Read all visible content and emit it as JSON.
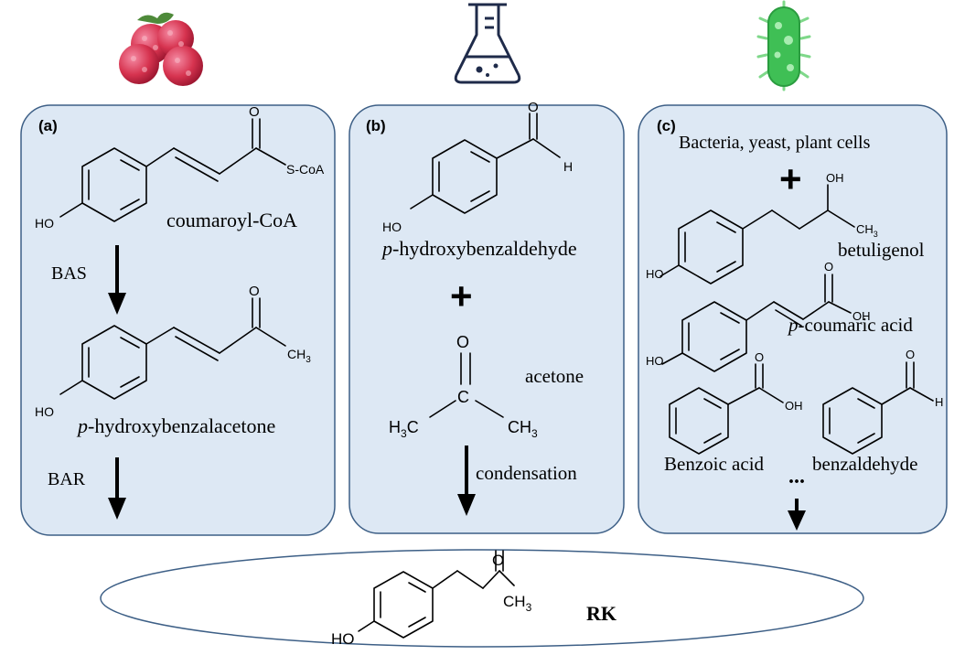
{
  "colors": {
    "panel_fill": "#dde8f4",
    "panel_stroke": "#3d5f86",
    "flask": "#1f2b4a",
    "bacterium": "#3fbf55"
  },
  "icons": {
    "panel_a": "raspberry-icon",
    "panel_b": "flask-icon",
    "panel_c": "bacterium-icon"
  },
  "panel_a": {
    "label": "(a)",
    "scoa": "S-CoA",
    "o_top": "O",
    "ho_1": "HO",
    "name_1": "coumaroyl-CoA",
    "enzyme_1": "BAS",
    "o_mid": "O",
    "ch3": "CH",
    "ch3_sub": "3",
    "ho_2": "HO",
    "name_2_italic": "p",
    "name_2_rest": "-hydroxybenzalacetone",
    "enzyme_2": "BAR"
  },
  "panel_b": {
    "label": "(b)",
    "o_ald": "O",
    "h_ald": "H",
    "ho": "HO",
    "name_1_italic": "p",
    "name_1_rest": "-hydroxybenzaldehyde",
    "plus": "+",
    "o_ket": "O",
    "c_ket": "C",
    "h3c_left": "H",
    "h3c_left_sub": "3",
    "h3c_left_c": "C",
    "ch3_right": "CH",
    "ch3_right_sub": "3",
    "name_2": "acetone",
    "reaction": "condensation"
  },
  "panel_c": {
    "label": "(c)",
    "organisms": "Bacteria, yeast, plant cells",
    "plus": "+",
    "oh_1": "OH",
    "ch3": "CH",
    "ch3_sub": "3",
    "ho_1": "HO",
    "name_1": "betuligenol",
    "o_2": "O",
    "oh_2": "OH",
    "ho_2": "HO",
    "name_2_italic": "p",
    "name_2_rest": "-coumaric acid",
    "o_3": "O",
    "oh_3": "OH",
    "name_3": "Benzoic acid",
    "o_4": "O",
    "h_4": "H",
    "name_4": "benzaldehyde",
    "ellipsis": "..."
  },
  "product": {
    "o": "O",
    "ch3": "CH",
    "ch3_sub": "3",
    "ho": "HO",
    "name": "RK"
  }
}
